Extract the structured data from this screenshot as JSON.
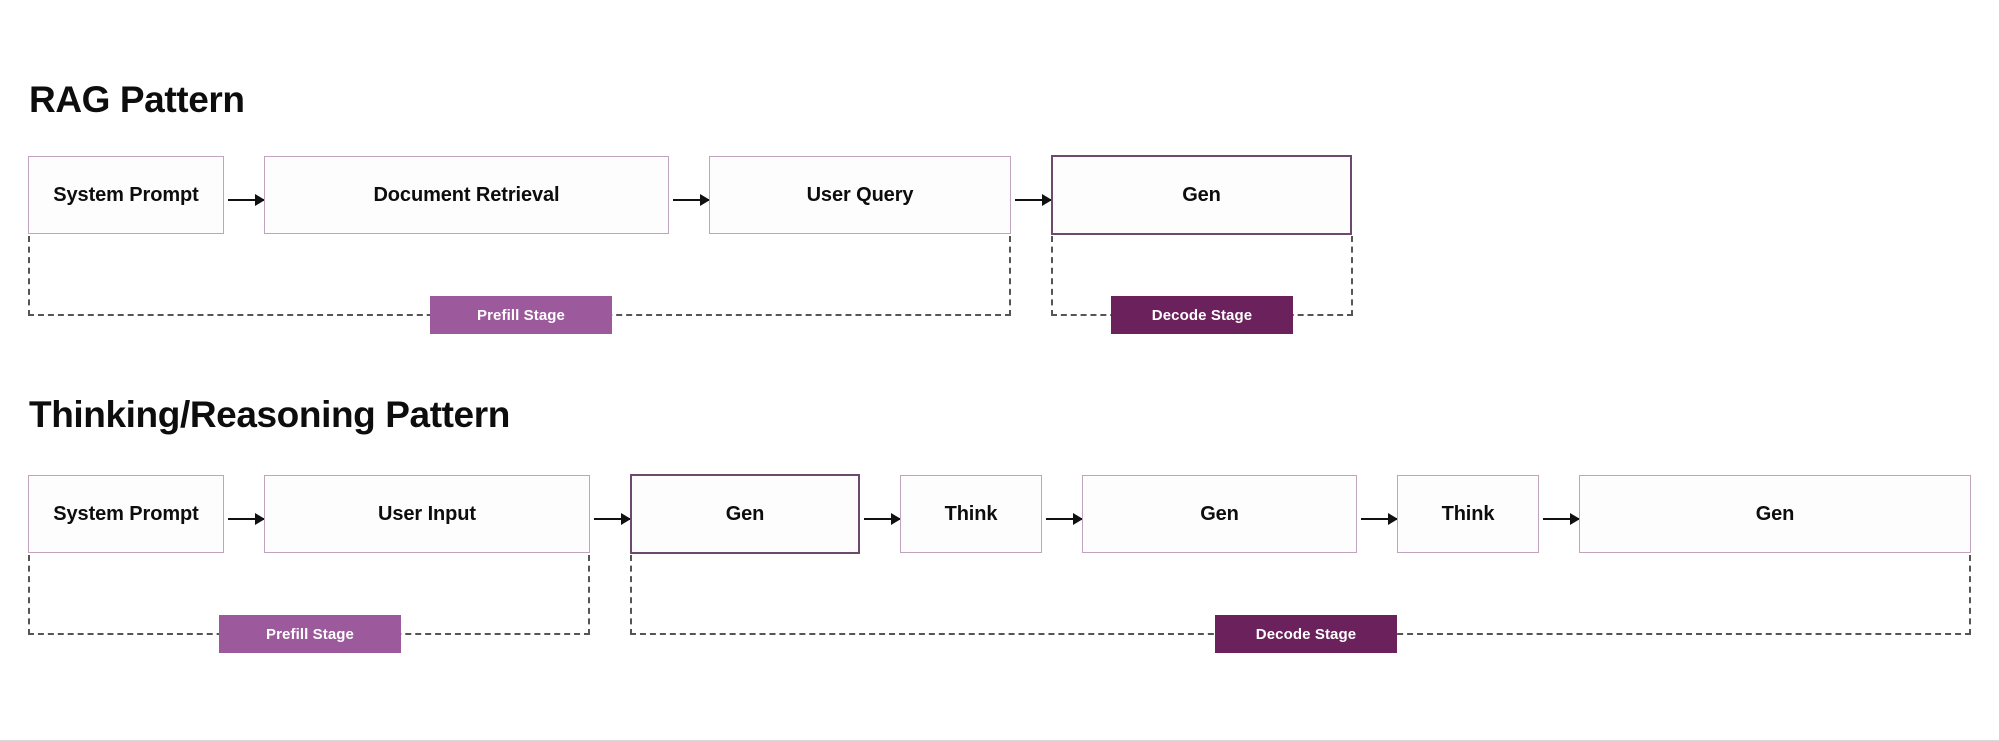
{
  "theme": {
    "background": "#ffffff",
    "box_border": "#bfa3bf",
    "box_border_accent": "#6d4a6d",
    "text": "#0d0d0d",
    "dashed_bracket": "#555555",
    "prefill_badge_bg": "#9c5a9c",
    "decode_badge_bg": "#6b215c",
    "badge_text": "#ffffff",
    "arrow": "#111111"
  },
  "sections": [
    {
      "id": "rag",
      "title": "RAG Pattern",
      "nodes": [
        {
          "label": "System Prompt",
          "accent": false
        },
        {
          "label": "Document Retrieval",
          "accent": false
        },
        {
          "label": "User Query",
          "accent": false
        },
        {
          "label": "Gen",
          "accent": true
        }
      ],
      "stages": [
        {
          "id": "prefill",
          "label": "Prefill Stage",
          "kind": "prefill"
        },
        {
          "id": "decode",
          "label": "Decode Stage",
          "kind": "decode"
        }
      ]
    },
    {
      "id": "thinking",
      "title": "Thinking/Reasoning  Pattern",
      "nodes": [
        {
          "label": "System Prompt",
          "accent": false
        },
        {
          "label": "User Input",
          "accent": false
        },
        {
          "label": "Gen",
          "accent": true
        },
        {
          "label": "Think",
          "accent": false
        },
        {
          "label": "Gen",
          "accent": false
        },
        {
          "label": "Think",
          "accent": false
        },
        {
          "label": "Gen",
          "accent": false
        }
      ],
      "stages": [
        {
          "id": "prefill",
          "label": "Prefill Stage",
          "kind": "prefill"
        },
        {
          "id": "decode",
          "label": "Decode Stage",
          "kind": "decode"
        }
      ]
    }
  ]
}
